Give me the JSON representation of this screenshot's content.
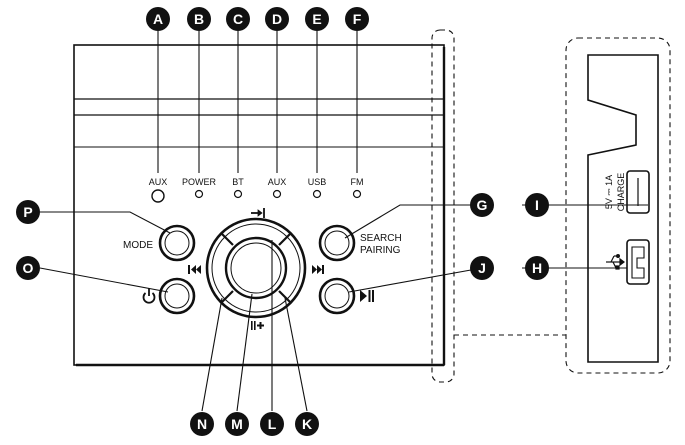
{
  "indicators": {
    "aux_left": "AUX",
    "power": "POWER",
    "bt": "BT",
    "aux_right": "AUX",
    "usb": "USB",
    "fm": "FM"
  },
  "buttons": {
    "mode": "MODE",
    "search_line1": "SEARCH",
    "search_line2": "PAIRING"
  },
  "side_panel": {
    "charge_line1": "5V ⎓ 1A",
    "charge_line2": "CHARGE"
  },
  "callouts": {
    "a": "A",
    "b": "B",
    "c": "C",
    "d": "D",
    "e": "E",
    "f": "F",
    "g": "G",
    "h": "H",
    "i": "I",
    "j": "J",
    "k": "K",
    "l": "L",
    "m": "M",
    "n": "N",
    "o": "O",
    "p": "P"
  }
}
